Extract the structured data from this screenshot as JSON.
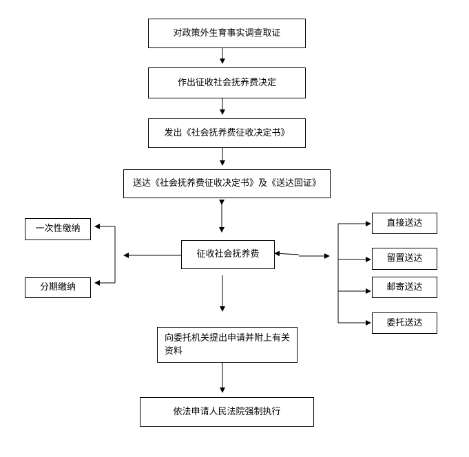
{
  "main_flow": [
    "对政策外生育事实调查取证",
    "作出征收社会抚养费决定",
    "发出《社会抚养费征收决定书》",
    "送达《社会抚养费征收决定书》及《送达回证》",
    "征收社会抚养费",
    "向委托机关提出申请并附上有关资料",
    "依法申请人民法院强制执行"
  ],
  "payment_methods": [
    "一次性缴纳",
    "分期缴纳"
  ],
  "delivery_methods": [
    "直接送达",
    "留置送达",
    "邮寄送达",
    "委托送达"
  ]
}
